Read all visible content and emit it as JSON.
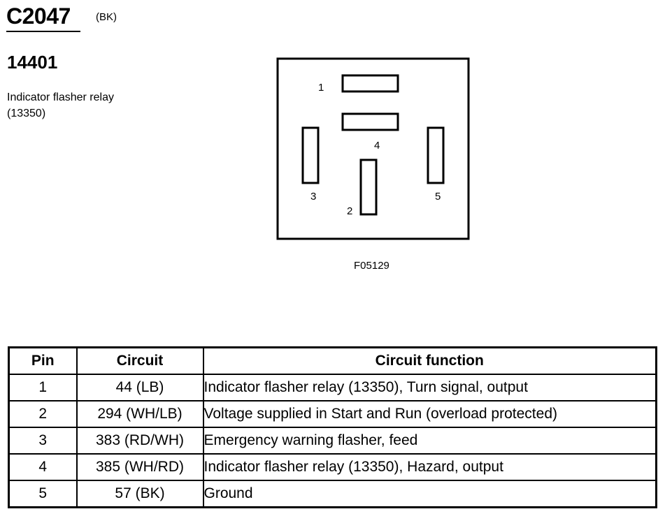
{
  "connector": {
    "id": "C2047",
    "color": "(BK)"
  },
  "component": {
    "part_number": "14401",
    "description": "Indicator flasher relay (13350)"
  },
  "diagram": {
    "pin_labels": [
      "1",
      "2",
      "3",
      "4",
      "5"
    ],
    "figure_ref": "F05129"
  },
  "table": {
    "headers": [
      "Pin",
      "Circuit",
      "Circuit function"
    ],
    "rows": [
      {
        "pin": "1",
        "circuit": "44 (LB)",
        "function": "Indicator flasher relay (13350), Turn signal, output"
      },
      {
        "pin": "2",
        "circuit": "294 (WH/LB)",
        "function": "Voltage supplied in Start and Run (overload protected)"
      },
      {
        "pin": "3",
        "circuit": "383 (RD/WH)",
        "function": "Emergency warning flasher, feed"
      },
      {
        "pin": "4",
        "circuit": "385 (WH/RD)",
        "function": "Indicator flasher relay (13350), Hazard, output"
      },
      {
        "pin": "5",
        "circuit": "57 (BK)",
        "function": "Ground"
      }
    ]
  }
}
